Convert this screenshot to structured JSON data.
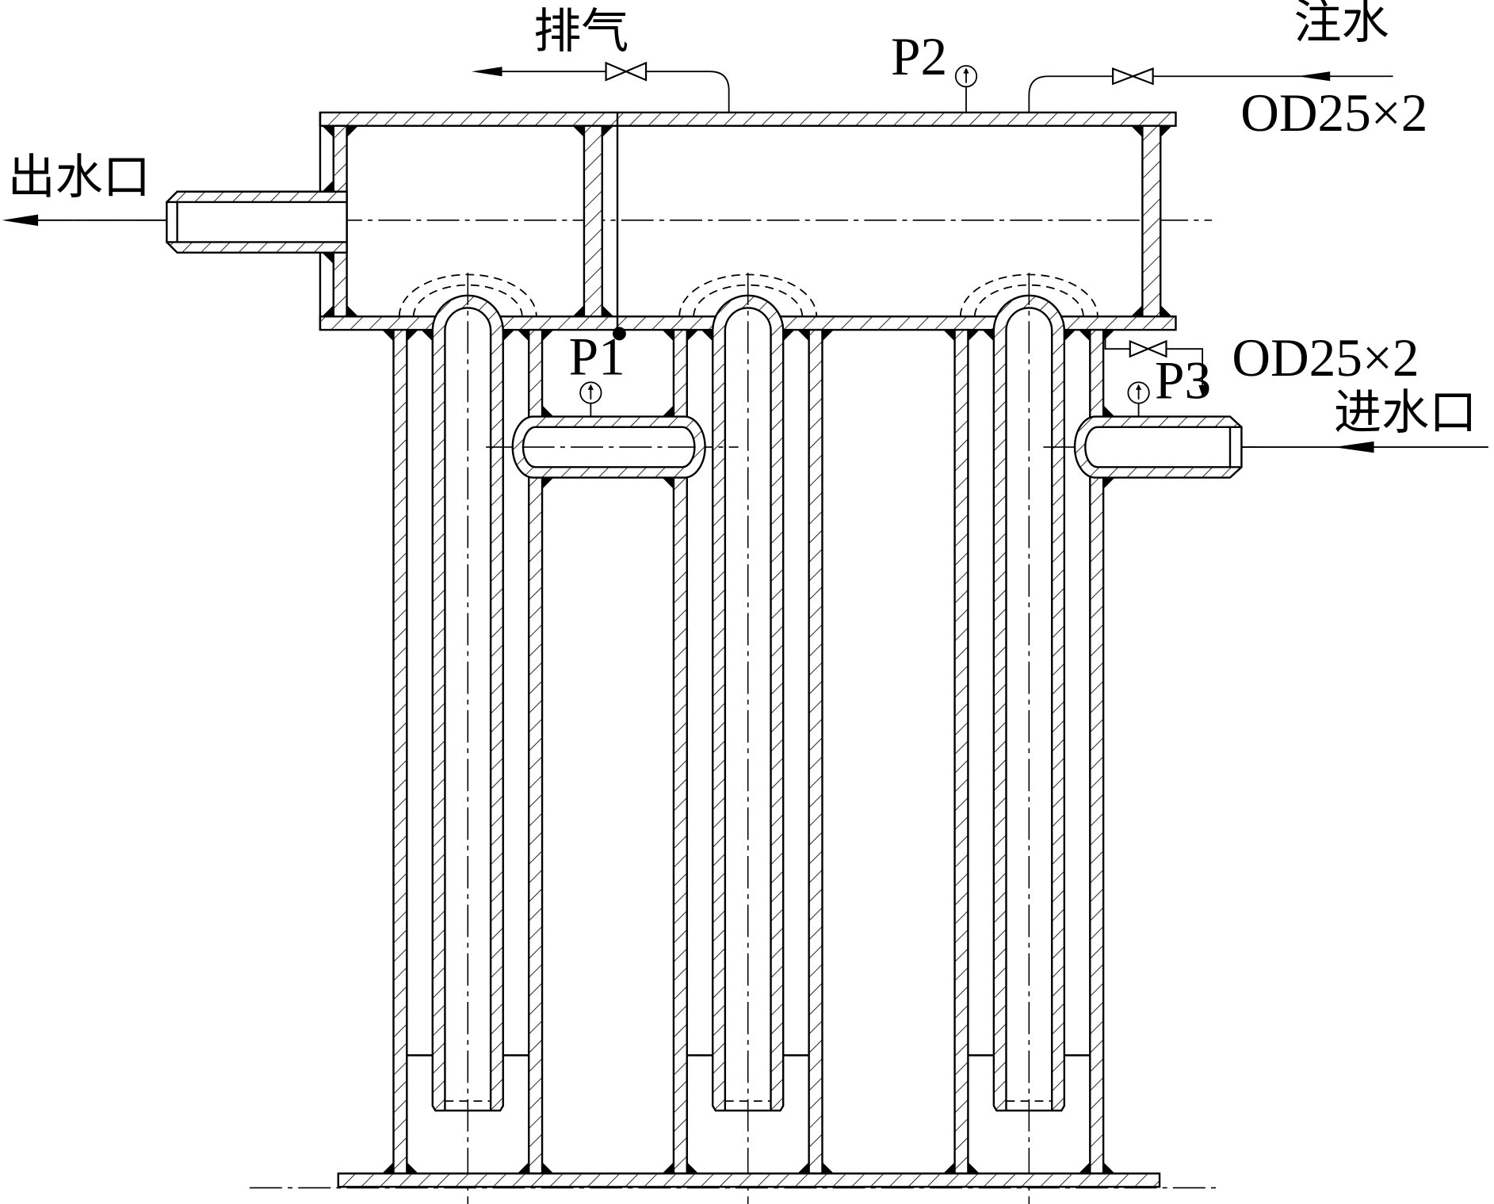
{
  "labels": {
    "exhaust": "排气",
    "gauge_p2": "P2",
    "water_fill": "注水",
    "fill_pipe_size": "OD25×2",
    "outlet": "出水口",
    "gauge_p1": "P1",
    "inlet_pipe_size": "OD25×2",
    "gauge_p3": "P3",
    "inlet": "进水口"
  },
  "colors": {
    "line": "#000000",
    "background": "#ffffff"
  }
}
